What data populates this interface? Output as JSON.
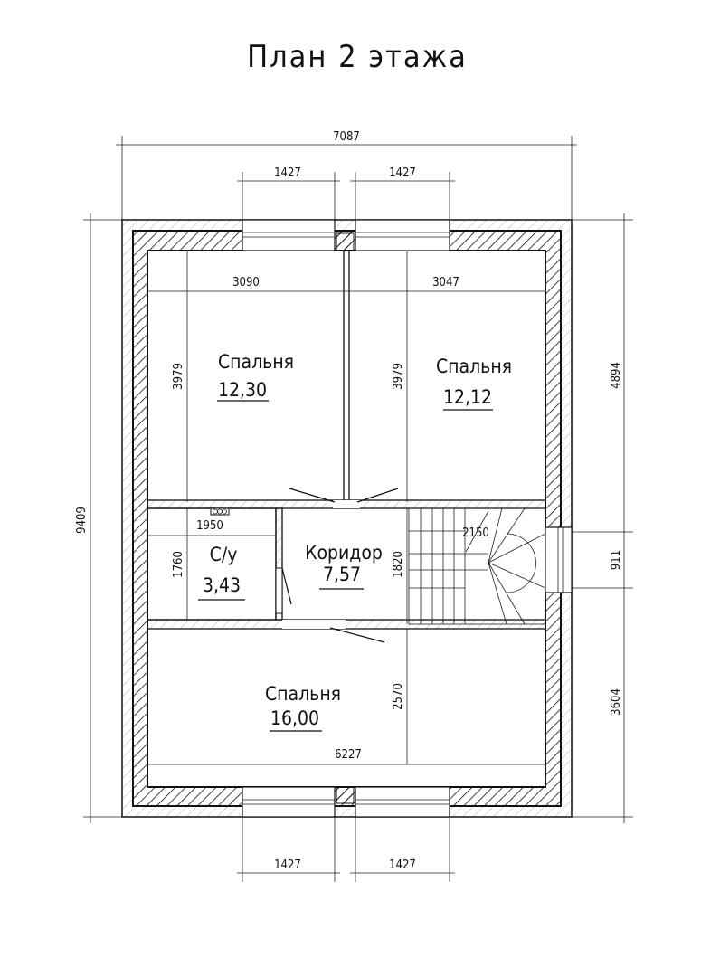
{
  "title": "План 2 этажа",
  "rooms": [
    {
      "name": "Спальня",
      "area": "12,30"
    },
    {
      "name": "Спальня",
      "area": "12,12"
    },
    {
      "name": "С/у",
      "area": "3,43"
    },
    {
      "name": "Коридор",
      "area": "7,57"
    },
    {
      "name": "Спальня",
      "area": "16,00"
    }
  ],
  "dimensions": {
    "overall_width": "7087",
    "overall_height": "9409",
    "top_window_left": "1427",
    "top_window_right": "1427",
    "bottom_window_left": "1427",
    "bottom_window_right": "1427",
    "right_upper": "4894",
    "right_middle": "911",
    "right_lower": "3604",
    "bedroom1_width": "3090",
    "bedroom2_width": "3047",
    "bedroom1_depth": "3979",
    "bedroom2_depth": "3979",
    "bathroom_width": "1950",
    "bathroom_depth": "1760",
    "corridor_depth": "1820",
    "stair_width": "2150",
    "bedroom3_depth": "2570",
    "bedroom3_width": "6227"
  }
}
